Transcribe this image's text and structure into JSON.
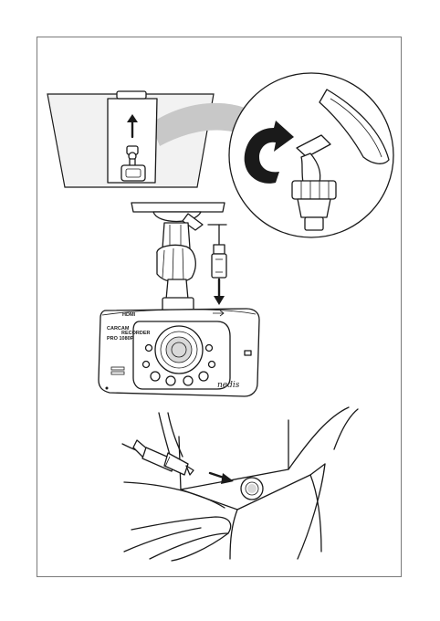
{
  "camera": {
    "hdmi_label": "HDMI",
    "model_line1": "CARCAM",
    "model_line2": "RECORDER",
    "model_line3": "PRO 1080P",
    "brand": "nedis"
  },
  "icons": {
    "rotate": "counter-clockwise-rotate-arrow-icon",
    "up": "up-arrow-icon",
    "down": "down-arrow-icon",
    "right": "right-arrow-icon"
  }
}
